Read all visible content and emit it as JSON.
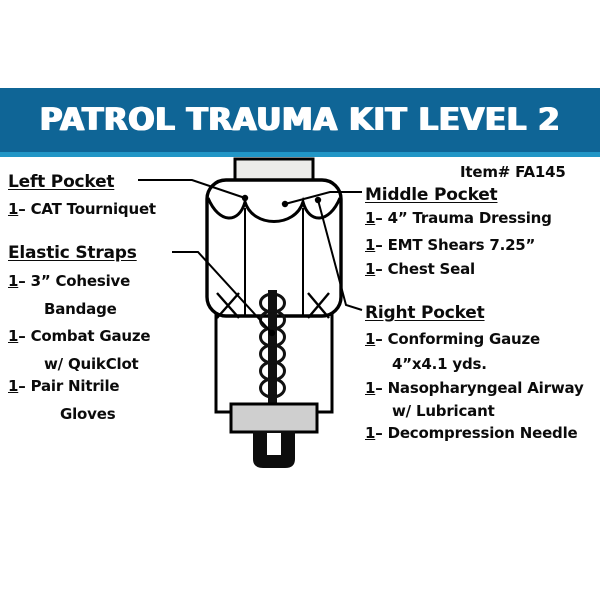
{
  "banner": {
    "title": "PATROL TRAUMA KIT LEVEL 2",
    "background_color": "#0f6596",
    "underline_color": "#2196c6",
    "text_color": "#ffffff"
  },
  "item_number": {
    "label": "Item# FA145"
  },
  "left_column": {
    "sections": [
      {
        "heading": "Left Pocket",
        "items": [
          {
            "qty": "1",
            "dash": "– ",
            "text": "CAT Tourniquet",
            "continuation": null
          }
        ]
      },
      {
        "heading": "Elastic Straps",
        "items": [
          {
            "qty": "1",
            "dash": "– ",
            "text": "3” Cohesive",
            "continuation": "Bandage"
          },
          {
            "qty": "1",
            "dash": "– ",
            "text": "Combat Gauze",
            "continuation": "w/ QuikClot"
          },
          {
            "qty": "1",
            "dash": "– ",
            "text": "Pair Nitrile",
            "continuation": "Gloves"
          }
        ]
      }
    ]
  },
  "right_column": {
    "sections": [
      {
        "heading": "Middle Pocket",
        "items": [
          {
            "qty": "1",
            "dash": "– ",
            "text": "4” Trauma Dressing",
            "continuation": null
          },
          {
            "qty": "1",
            "dash": "– ",
            "text": "EMT Shears 7.25”",
            "continuation": null
          },
          {
            "qty": "1",
            "dash": "– ",
            "text": "Chest Seal",
            "continuation": null
          }
        ]
      },
      {
        "heading": "Right Pocket",
        "items": [
          {
            "qty": "1",
            "dash": "– ",
            "text": "Conforming Gauze",
            "continuation": "4”x4.1 yds."
          },
          {
            "qty": "1",
            "dash": "– ",
            "text": "Nasopharyngeal Airway",
            "continuation": "w/ Lubricant"
          },
          {
            "qty": "1",
            "dash": "– ",
            "text": "Decompression Needle",
            "continuation": null
          }
        ]
      }
    ]
  },
  "illustration": {
    "name": "patrol-trauma-kit-bag-diagram",
    "description": "Line drawing of a vertical trauma kit pouch with a gray top handle block, a rounded upper pocket panel with three scalloped pocket openings, a lower body with a dark vertical elastic strap of loops, a gray base band and a black belt loop clip at the bottom",
    "line_color": "#000000",
    "fill_color": "#ffffff",
    "accent_gray": "#d9d9d9"
  },
  "page": {
    "background_color": "#ffffff"
  }
}
